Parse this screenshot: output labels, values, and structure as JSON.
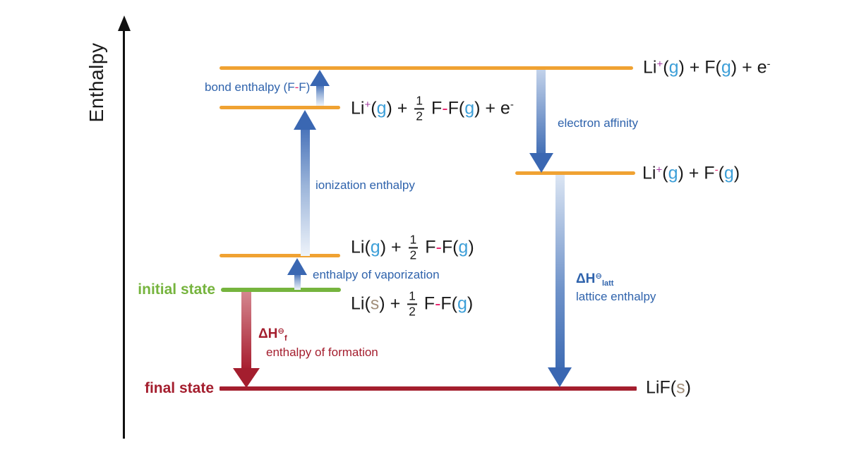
{
  "colors": {
    "level_orange": "#F0A232",
    "initial_green": "#76B43E",
    "final_dark_red": "#A41E2E",
    "process_label_blue": "#2F63AC",
    "arrow_blue": "#3A67B2",
    "formula_text": "#1A1A1A",
    "gas_blue": "#3D9FD8",
    "solid_tan": "#A3907C",
    "charge_magenta": "#A03A9E",
    "bond_pink": "#E8246D"
  },
  "axis": {
    "label": "Enthalpy"
  },
  "state_labels": {
    "initial": "initial state",
    "final": "final state"
  },
  "labels": {
    "bond_enthalpy": [
      {
        "t": "bond enthalpy (F"
      },
      {
        "t": "-",
        "c": "bond_pink"
      },
      {
        "t": "F)"
      }
    ],
    "ionization": "ionization enthalpy",
    "vaporization": "enthalpy of vaporization",
    "electron_affinity": "electron affinity",
    "lattice_symbol": [
      {
        "t": "ΔH"
      },
      {
        "t": "⊖",
        "sup": true
      },
      {
        "t": "latt",
        "sub": true
      }
    ],
    "lattice": "lattice enthalpy",
    "formation_symbol": [
      {
        "t": "ΔH"
      },
      {
        "t": "⊖",
        "sup": true
      },
      {
        "t": "f",
        "sub": true
      }
    ],
    "formation": "enthalpy of formation"
  },
  "formulas": {
    "gas_ion_atom_electron": [
      {
        "t": "Li"
      },
      {
        "t": "+",
        "sup": true,
        "c": "charge_magenta"
      },
      {
        "t": "("
      },
      {
        "t": "g",
        "c": "gas_blue"
      },
      {
        "t": ") + F("
      },
      {
        "t": "g",
        "c": "gas_blue"
      },
      {
        "t": ") + e"
      },
      {
        "t": "-",
        "sup": true
      }
    ],
    "gas_ion_molecule_electron": [
      {
        "t": "Li"
      },
      {
        "t": "+",
        "sup": true,
        "c": "charge_magenta"
      },
      {
        "t": "("
      },
      {
        "t": "g",
        "c": "gas_blue"
      },
      {
        "t": ") + "
      },
      {
        "frac": [
          "1",
          "2"
        ]
      },
      {
        "t": " F"
      },
      {
        "t": "-",
        "c": "bond_pink"
      },
      {
        "t": "F("
      },
      {
        "t": "g",
        "c": "gas_blue"
      },
      {
        "t": ") + e"
      },
      {
        "t": "-",
        "sup": true
      }
    ],
    "gas_atom_molecule": [
      {
        "t": "Li("
      },
      {
        "t": "g",
        "c": "gas_blue"
      },
      {
        "t": ") + "
      },
      {
        "frac": [
          "1",
          "2"
        ]
      },
      {
        "t": " F"
      },
      {
        "t": "-",
        "c": "bond_pink"
      },
      {
        "t": "F("
      },
      {
        "t": "g",
        "c": "gas_blue"
      },
      {
        "t": ")"
      }
    ],
    "initial_state": [
      {
        "t": "Li("
      },
      {
        "t": "s",
        "c": "solid_tan"
      },
      {
        "t": ") + "
      },
      {
        "frac": [
          "1",
          "2"
        ]
      },
      {
        "t": " F"
      },
      {
        "t": "-",
        "c": "bond_pink"
      },
      {
        "t": "F("
      },
      {
        "t": "g",
        "c": "gas_blue"
      },
      {
        "t": ")"
      }
    ],
    "ion_pair": [
      {
        "t": "Li"
      },
      {
        "t": "+",
        "sup": true,
        "c": "charge_magenta"
      },
      {
        "t": "("
      },
      {
        "t": "g",
        "c": "gas_blue"
      },
      {
        "t": ") + F"
      },
      {
        "t": "-",
        "sup": true,
        "c": "bond_pink"
      },
      {
        "t": "("
      },
      {
        "t": "g",
        "c": "gas_blue"
      },
      {
        "t": ")"
      }
    ],
    "final_state": [
      {
        "t": "LiF("
      },
      {
        "t": "s",
        "c": "solid_tan"
      },
      {
        "t": ")"
      }
    ]
  }
}
